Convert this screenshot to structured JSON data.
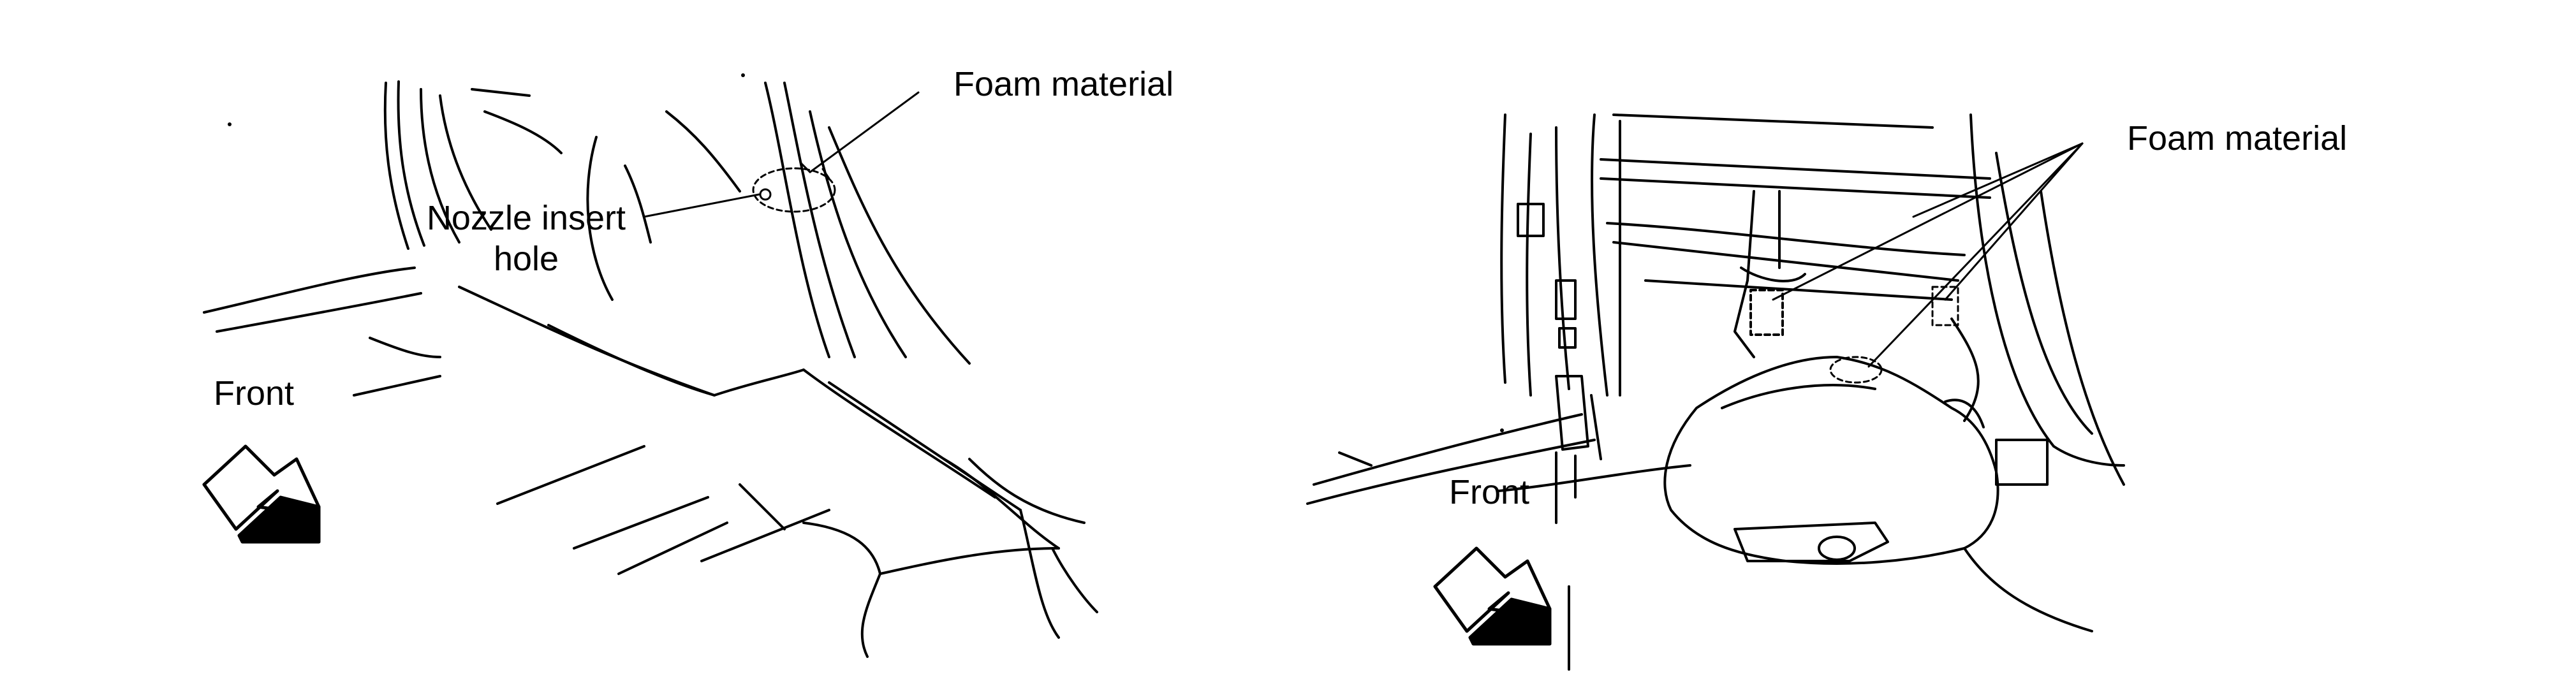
{
  "left_panel": {
    "foam_label": "Foam material",
    "nozzle_label_line1": "Nozzle insert",
    "nozzle_label_line2": "hole",
    "front_label": "Front",
    "arrow_icon": "front-direction-arrow"
  },
  "right_panel": {
    "foam_label": "Foam material",
    "front_label": "Front",
    "arrow_icon": "front-direction-arrow"
  },
  "colors": {
    "ink": "#000000",
    "background": "#ffffff"
  }
}
